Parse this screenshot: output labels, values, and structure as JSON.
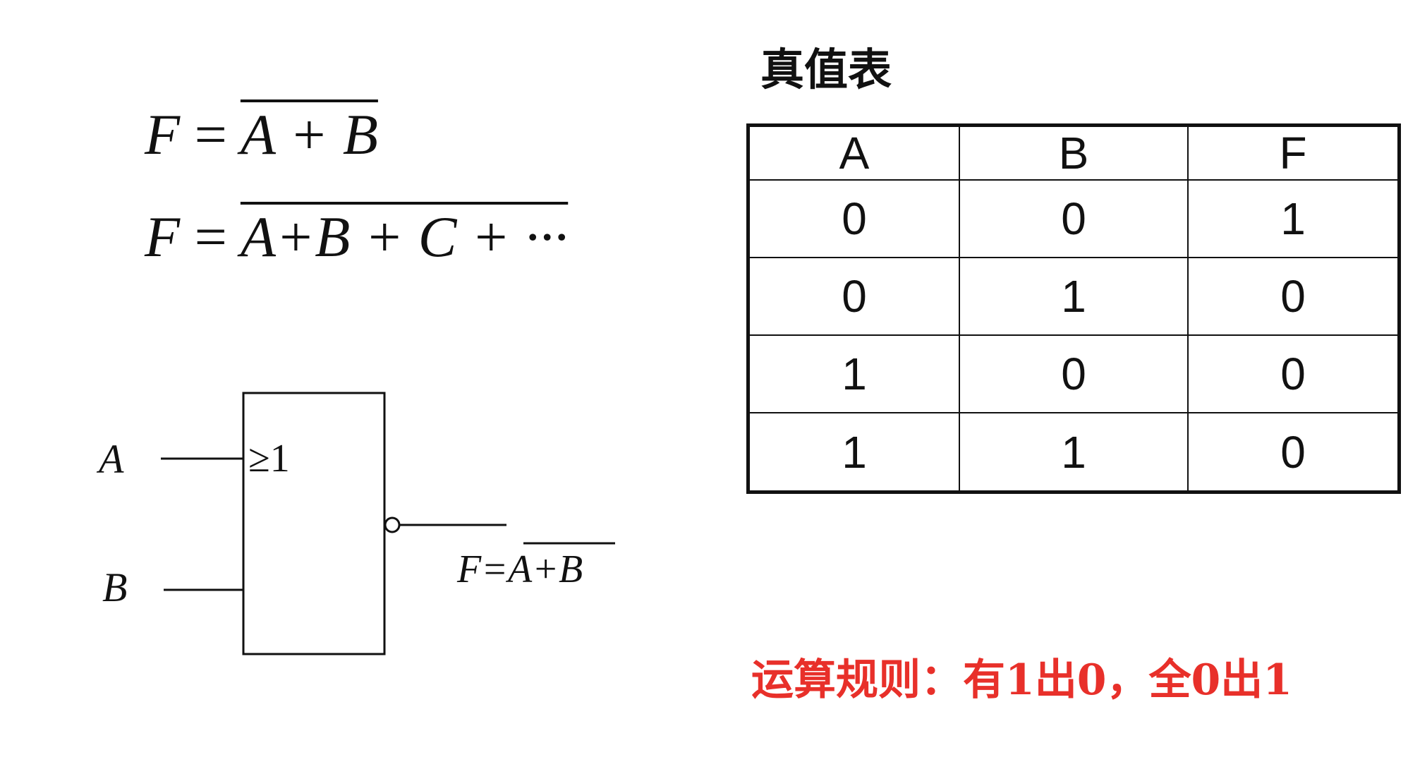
{
  "expressions": {
    "nor2": {
      "lhs": "F",
      "eq": "=",
      "bar": "A + B"
    },
    "norN": {
      "lhs": "F",
      "eq": "=",
      "bar": "A+B + C + ···"
    }
  },
  "gate": {
    "symbol": "≥1",
    "input_a": "A",
    "input_b": "B",
    "output_lhs": "F=",
    "output_bar": "A+B"
  },
  "truth_table": {
    "title": "真值表",
    "headers": [
      "A",
      "B",
      "F"
    ],
    "rows": [
      [
        "0",
        "0",
        "1"
      ],
      [
        "0",
        "1",
        "0"
      ],
      [
        "1",
        "0",
        "0"
      ],
      [
        "1",
        "1",
        "0"
      ]
    ]
  },
  "rule": "运算规则：有1出0，全0出1",
  "colors": {
    "rule": "#e8302a",
    "ink": "#111111"
  }
}
